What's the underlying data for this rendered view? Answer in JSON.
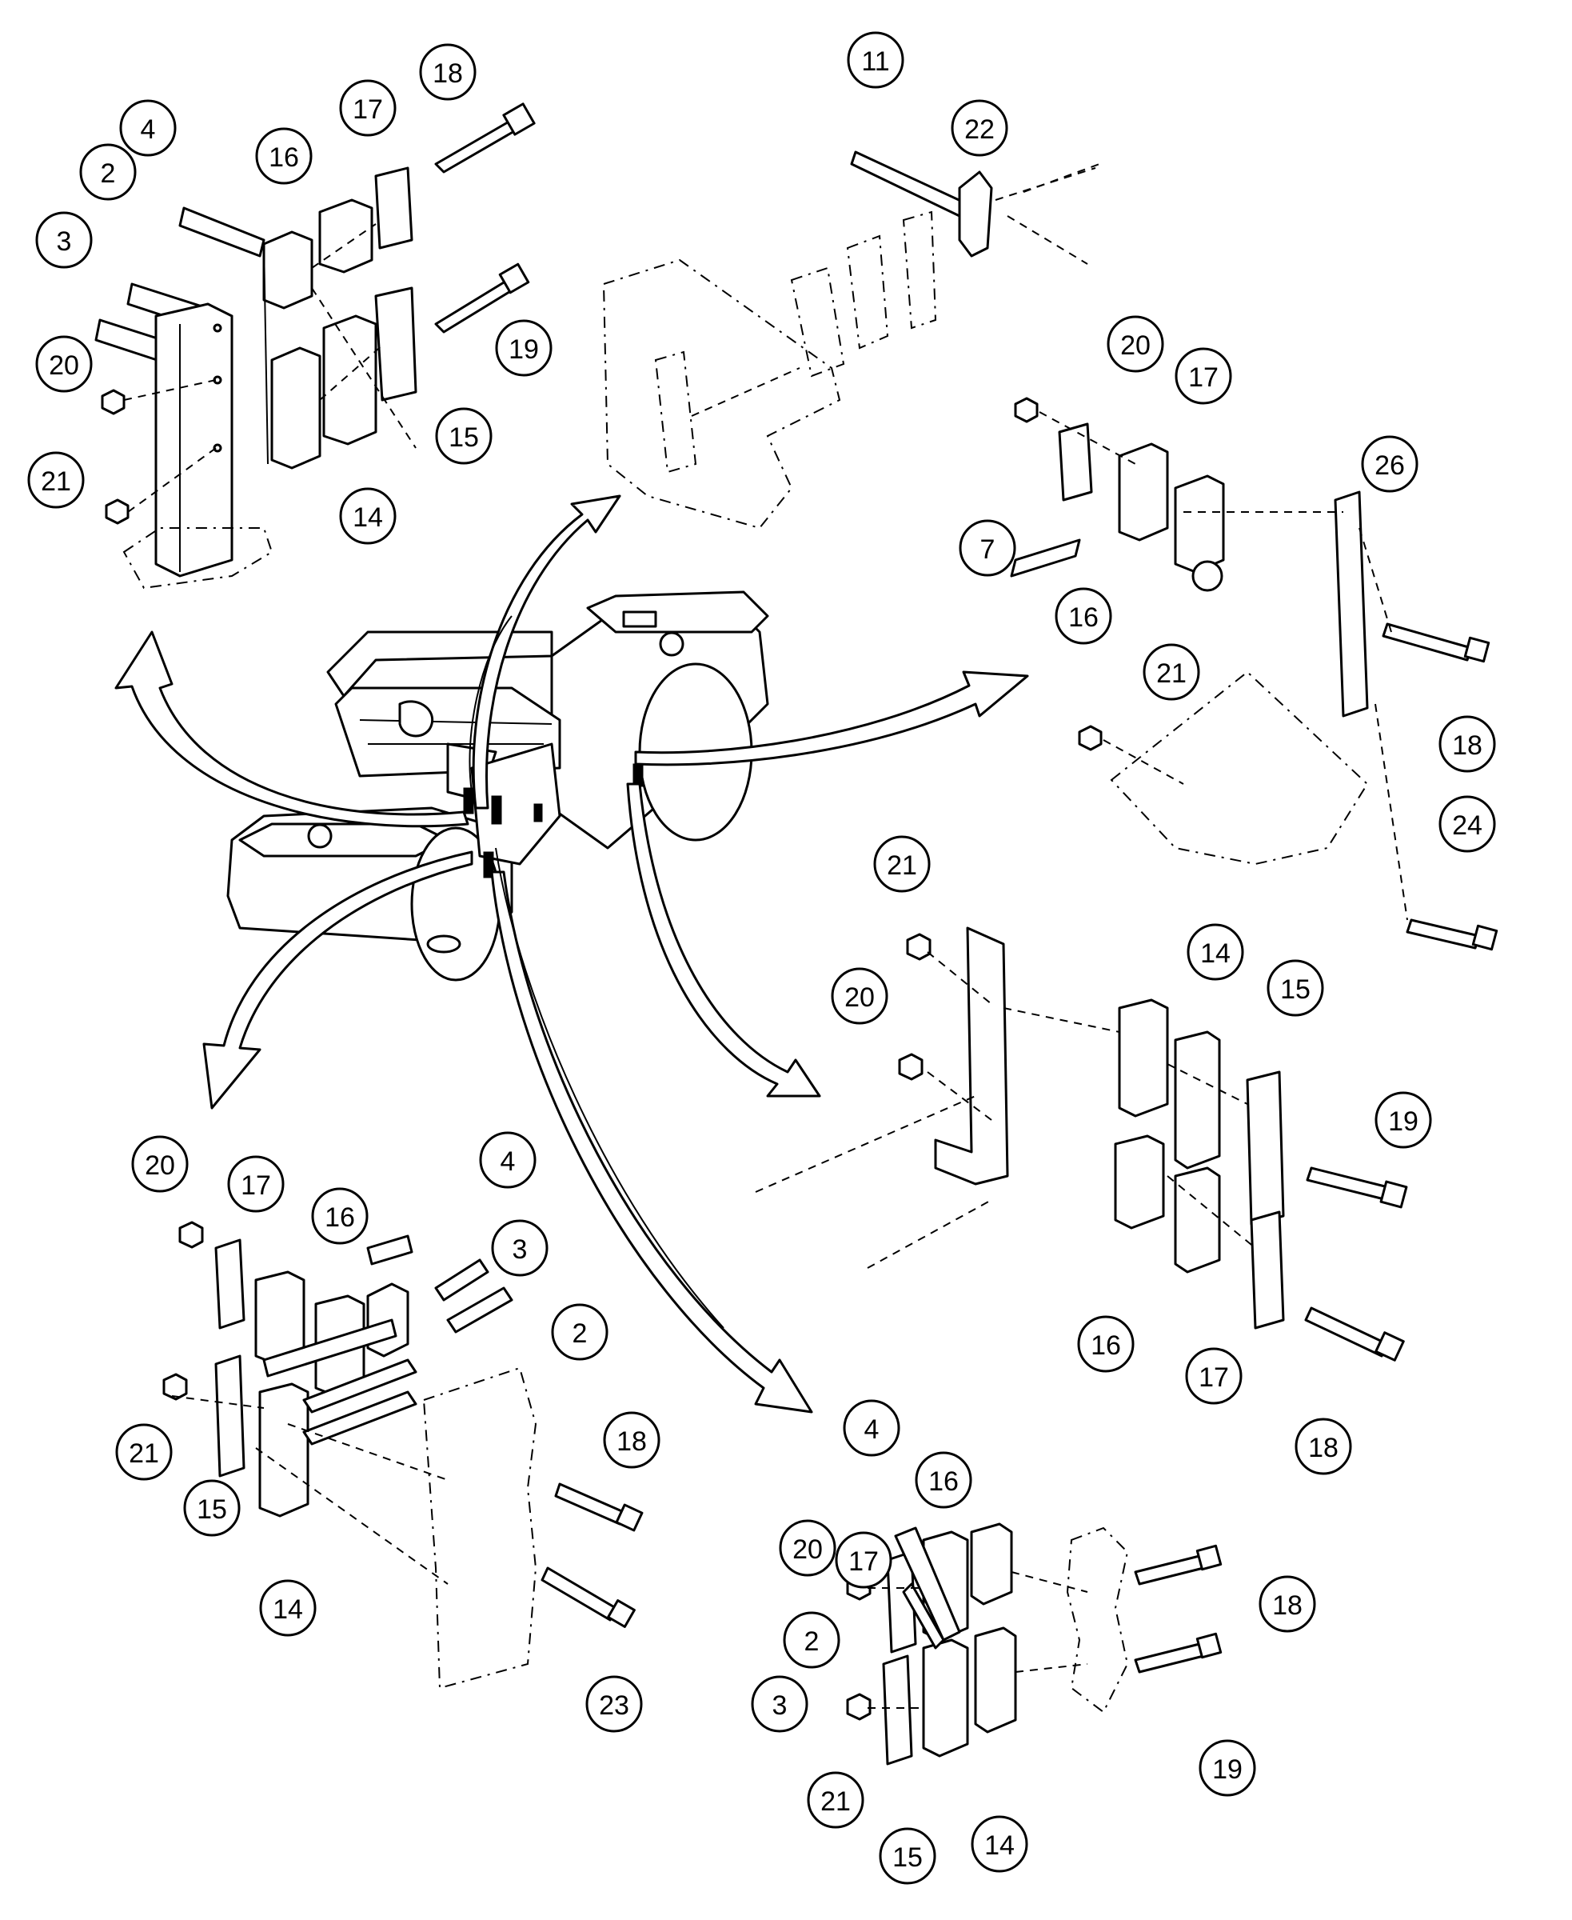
{
  "callouts": {
    "a": [
      "2",
      "3",
      "4",
      "16",
      "17",
      "18",
      "19",
      "20",
      "21",
      "15",
      "14"
    ],
    "b": [
      "11",
      "22"
    ],
    "c": [
      "20",
      "17",
      "26",
      "7",
      "16",
      "21",
      "18",
      "24"
    ],
    "d": [
      "21",
      "20",
      "14",
      "15",
      "19",
      "16",
      "17",
      "18"
    ],
    "e": [
      "20",
      "17",
      "16",
      "4",
      "3",
      "2",
      "21",
      "15",
      "14",
      "18",
      "23"
    ],
    "f": [
      "4",
      "16",
      "17",
      "20",
      "2",
      "3",
      "21",
      "15",
      "14",
      "18",
      "19"
    ]
  }
}
